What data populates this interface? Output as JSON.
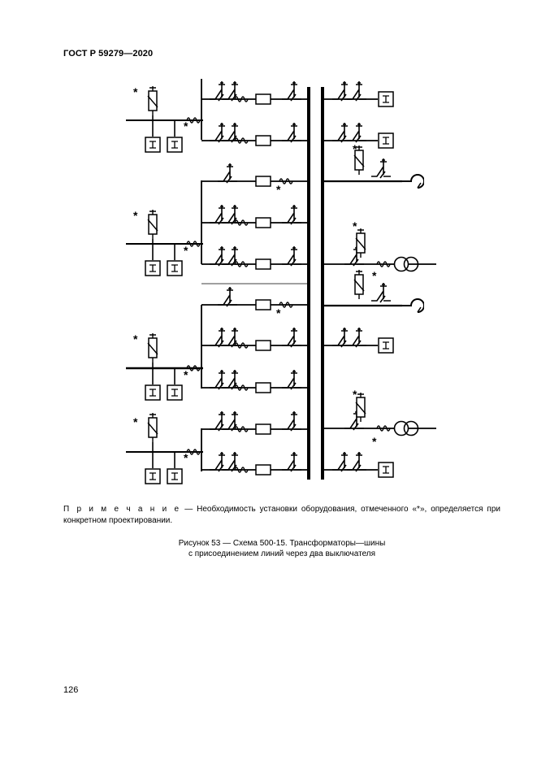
{
  "header": {
    "title": "ГОСТ Р 59279—2020"
  },
  "figure": {
    "note_label": "П р и м е ч а н и е",
    "note_text": " — Необходимость установки оборудования, отмеченного «*», определяется при конкретном проектировании.",
    "caption_line1": "Рисунок 53 — Схема 500-15. Трансформаторы—шины",
    "caption_line2": "с присоединением линий через два выключателя"
  },
  "footer": {
    "page_number": "126"
  }
}
